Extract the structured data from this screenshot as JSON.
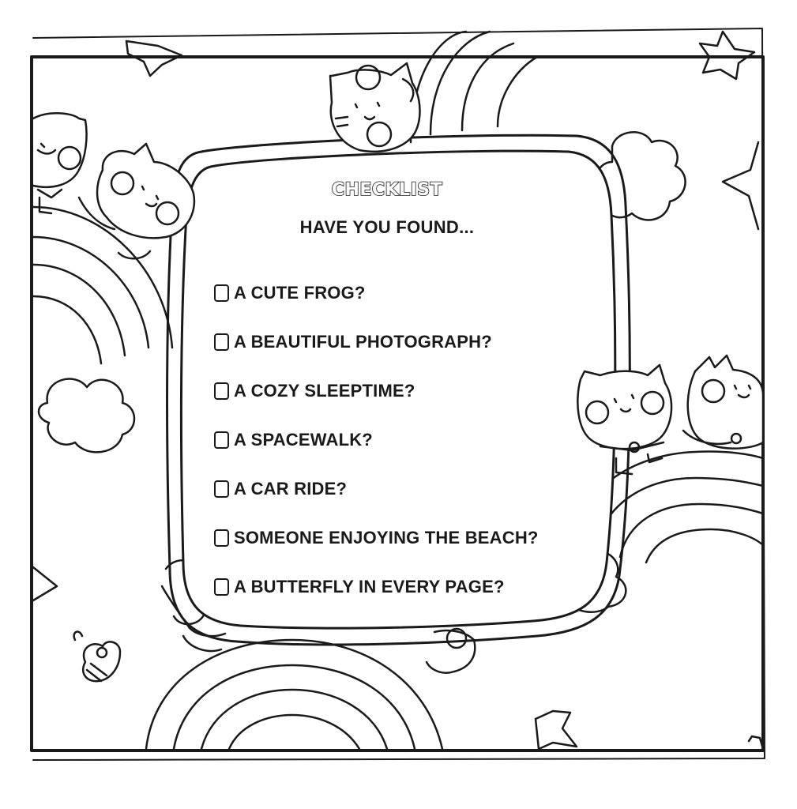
{
  "card": {
    "title": "CHECKLIST",
    "subtitle": "HAVE YOU FOUND...",
    "items": [
      "A CUTE FROG?",
      "A BEAUTIFUL PHOTOGRAPH?",
      "A COZY SLEEPTIME?",
      "A SPACEWALK?",
      "A CAR RIDE?",
      "SOMEONE ENJOYING THE BEACH?",
      "A BUTTERFLY IN EVERY PAGE?"
    ]
  },
  "illustration": {
    "icons": [
      "cat-icon",
      "rainbow-icon",
      "cloud-icon",
      "star-icon",
      "bee-icon"
    ],
    "line_color": "#1a1a1a",
    "paper_color": "#ffffff"
  }
}
